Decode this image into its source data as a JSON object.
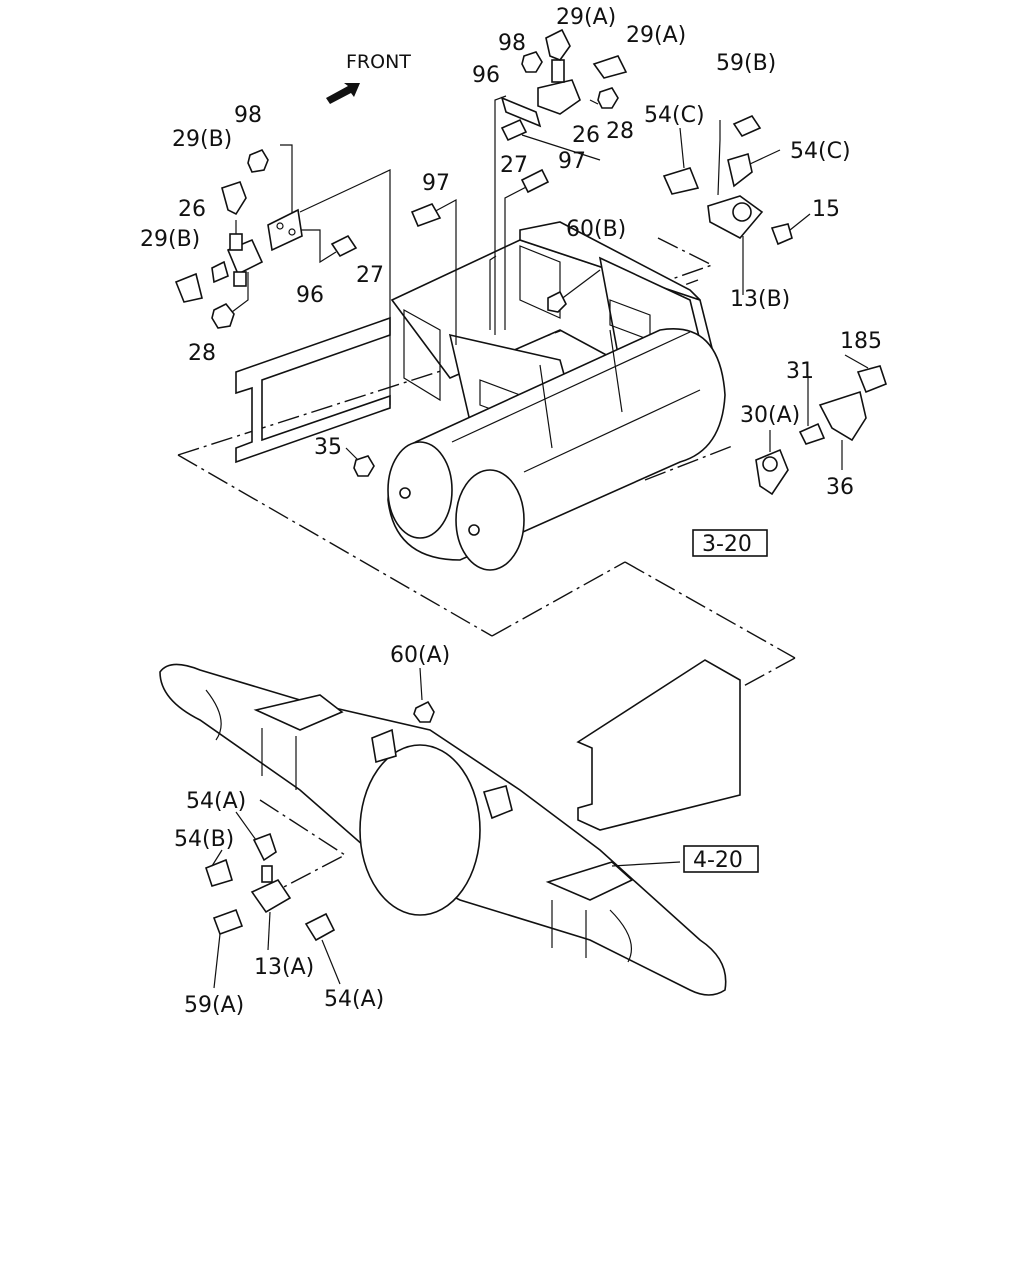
{
  "orientation": {
    "label": "FRONT",
    "icon": "arrow-icon"
  },
  "callouts": {
    "c29a_top": "29(A)",
    "c29a_right": "29(A)",
    "c98_top": "98",
    "c96_top": "96",
    "c26_top": "26",
    "c28_top": "28",
    "c27_top": "27",
    "c97_top": "97",
    "c97_mid": "97",
    "c98_left": "98",
    "c29b_upper": "29(B)",
    "c26_left": "26",
    "c29b_lower": "29(B)",
    "c96_left": "96",
    "c27_left": "27",
    "c28_left": "28",
    "c59b": "59(B)",
    "c54c_left": "54(C)",
    "c54c_right": "54(C)",
    "c15": "15",
    "c60b": "60(B)",
    "c13b": "13(B)",
    "c185": "185",
    "c31": "31",
    "c30a": "30(A)",
    "c36": "36",
    "c35": "35",
    "c60a": "60(A)",
    "c54a_upper": "54(A)",
    "c54b": "54(B)",
    "c13a": "13(A)",
    "c59a": "59(A)",
    "c54a_lower": "54(A)"
  },
  "references": {
    "ref_320": "3-20",
    "ref_420": "4-20"
  }
}
